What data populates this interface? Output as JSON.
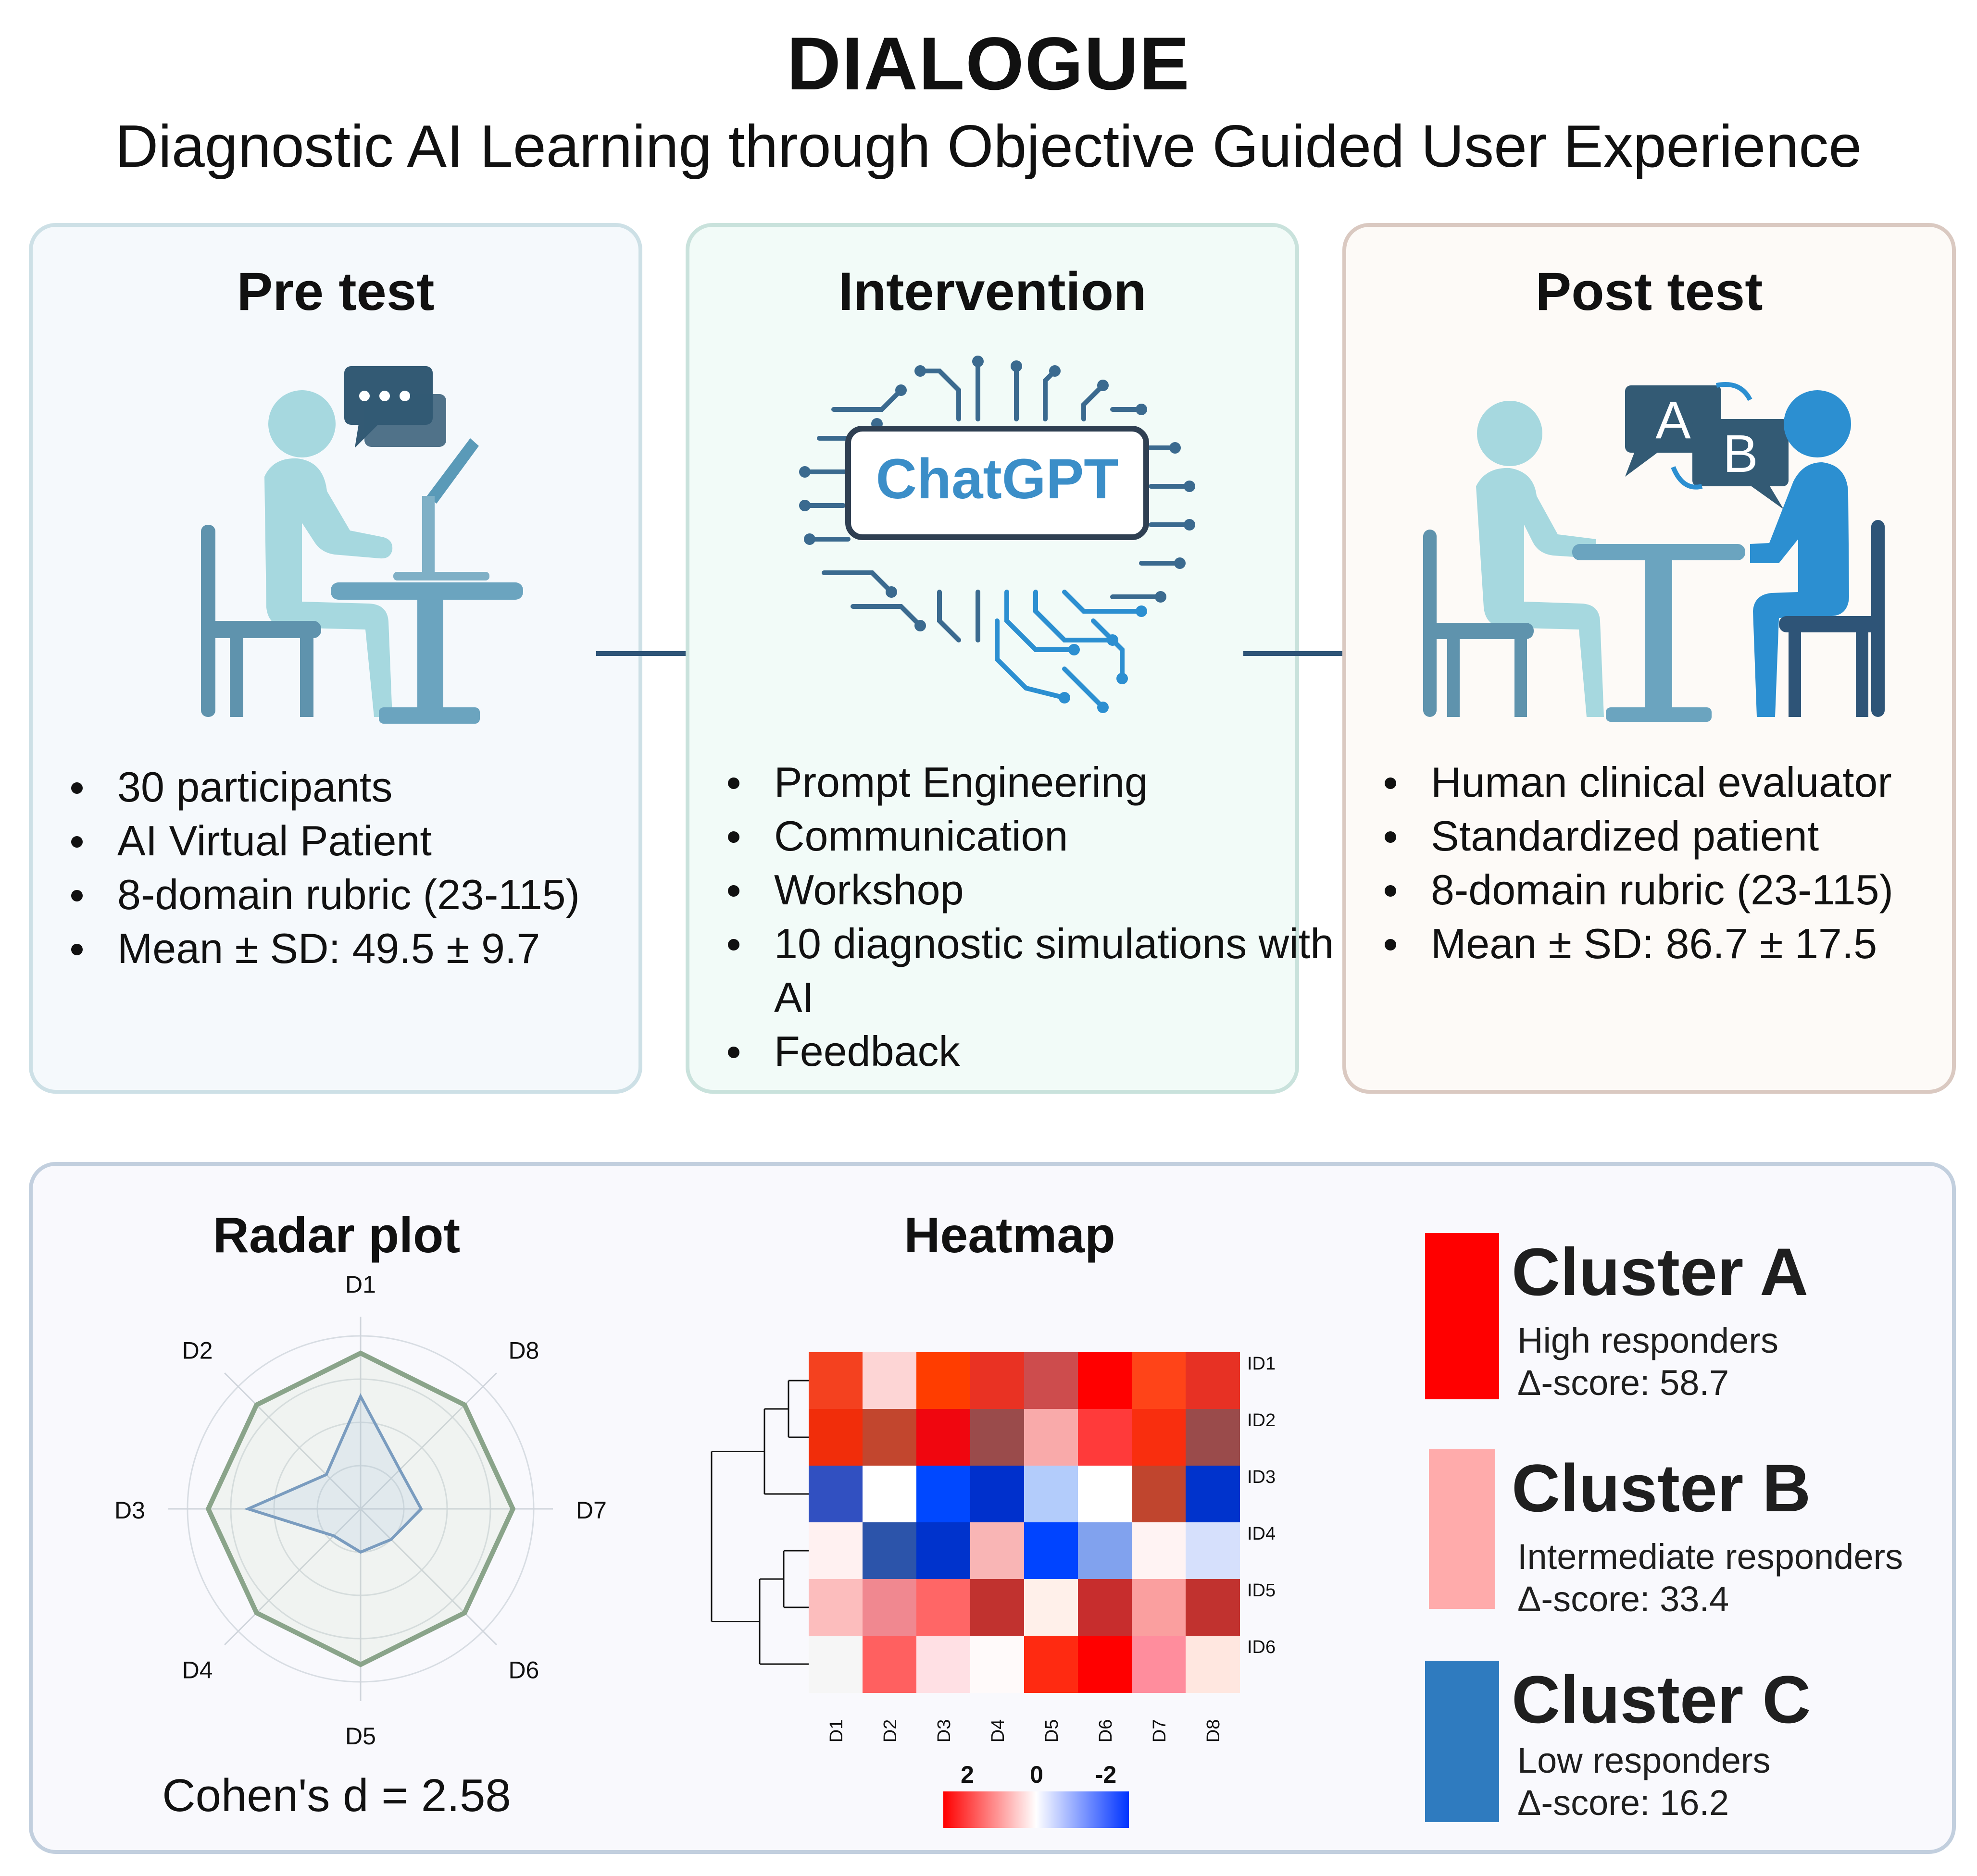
{
  "header": {
    "title": "DIALOGUE",
    "subtitle": "Diagnostic AI Learning through Objective Guided User Experience"
  },
  "panels": {
    "pre": {
      "title": "Pre test",
      "bullets": [
        "30 participants",
        "AI Virtual Patient",
        "8-domain rubric (23-115)",
        "Mean ± SD: 49.5 ± 9.7"
      ]
    },
    "intervention": {
      "title": "Intervention",
      "logo_text": "ChatGPT",
      "bullets": [
        "Prompt Engineering",
        "Communication",
        "Workshop",
        "10 diagnostic simulations with AI",
        "Feedback"
      ]
    },
    "post": {
      "title": "Post test",
      "bubble_a": "A",
      "bubble_b": "B",
      "bullets": [
        "Human clinical evaluator",
        "Standardized patient",
        "8-domain rubric (23-115)",
        "Mean ± SD: 86.7 ± 17.5"
      ]
    }
  },
  "results": {
    "radar": {
      "title": "Radar plot",
      "axes": [
        "D1",
        "D8",
        "D7",
        "D6",
        "D5",
        "D4",
        "D3",
        "D2"
      ],
      "effect": "Cohen's d = 2.58"
    },
    "heatmap": {
      "title": "Heatmap",
      "columns": [
        "D1",
        "D2",
        "D3",
        "D4",
        "D5",
        "D6",
        "D7",
        "D8"
      ],
      "rows": [
        "ID1",
        "ID2",
        "ID3",
        "ID4",
        "ID5",
        "ID6"
      ],
      "colorbar_labels": [
        "2",
        "0",
        "-2"
      ]
    },
    "clusters": [
      {
        "name": "Cluster A",
        "desc": "High responders",
        "delta": "Δ-score: 58.7",
        "color": "#ff0000"
      },
      {
        "name": "Cluster B",
        "desc": "Intermediate responders",
        "delta": "Δ-score: 33.4",
        "color": "#ffabab"
      },
      {
        "name": "Cluster C",
        "desc": "Low responders",
        "delta": "Δ-score: 16.2",
        "color": "#2f7bbf"
      }
    ]
  },
  "chart_data": [
    {
      "type": "radar",
      "axes": [
        "D1",
        "D8",
        "D7",
        "D6",
        "D5",
        "D4",
        "D3",
        "D2"
      ],
      "series": [
        {
          "values": [
            0.9,
            0.85,
            0.88,
            0.85,
            0.9,
            0.85,
            0.88,
            0.85
          ],
          "color": "#8aa48a"
        },
        {
          "values": [
            0.65,
            0.32,
            0.35,
            0.25,
            0.25,
            0.22,
            0.65,
            0.28
          ],
          "color": "#7a9cbf"
        }
      ]
    },
    {
      "type": "heatmap",
      "x": [
        "D1",
        "D2",
        "D3",
        "D4",
        "D5",
        "D6",
        "D7",
        "D8"
      ],
      "y": [
        "ID1",
        "ID2",
        "ID3",
        "ID4",
        "ID5",
        "ID6"
      ],
      "colors": [
        [
          "#f4411f",
          "#fdd5d5",
          "#ff3d00",
          "#e93223",
          "#cd4c4d",
          "#ff0000",
          "#ff4418",
          "#e73124"
        ],
        [
          "#f12d0a",
          "#c2462e",
          "#f0060f",
          "#9a4b4b",
          "#f9aaaa",
          "#ff3a3a",
          "#f92e0e",
          "#9a4b4b"
        ],
        [
          "#3150c1",
          "#ffffff",
          "#0048ff",
          "#0030cc",
          "#b3ccfb",
          "#ffffff",
          "#c0452e",
          "#0033cc"
        ],
        [
          "#fff1f1",
          "#2c54aa",
          "#0033cc",
          "#f9b5b5",
          "#0044ff",
          "#81a2ee",
          "#fff3f3",
          "#d6e0fc"
        ],
        [
          "#fcbdbd",
          "#f08890",
          "#ff6666",
          "#c1322f",
          "#fff0ea",
          "#c72d2d",
          "#fa9f9f",
          "#c1322f"
        ],
        [
          "#f6f6f6",
          "#ff6060",
          "#ffe0e4",
          "#fffafa",
          "#ff2a11",
          "#ff0000",
          "#ff8d9d",
          "#ffe7e0"
        ]
      ]
    }
  ]
}
